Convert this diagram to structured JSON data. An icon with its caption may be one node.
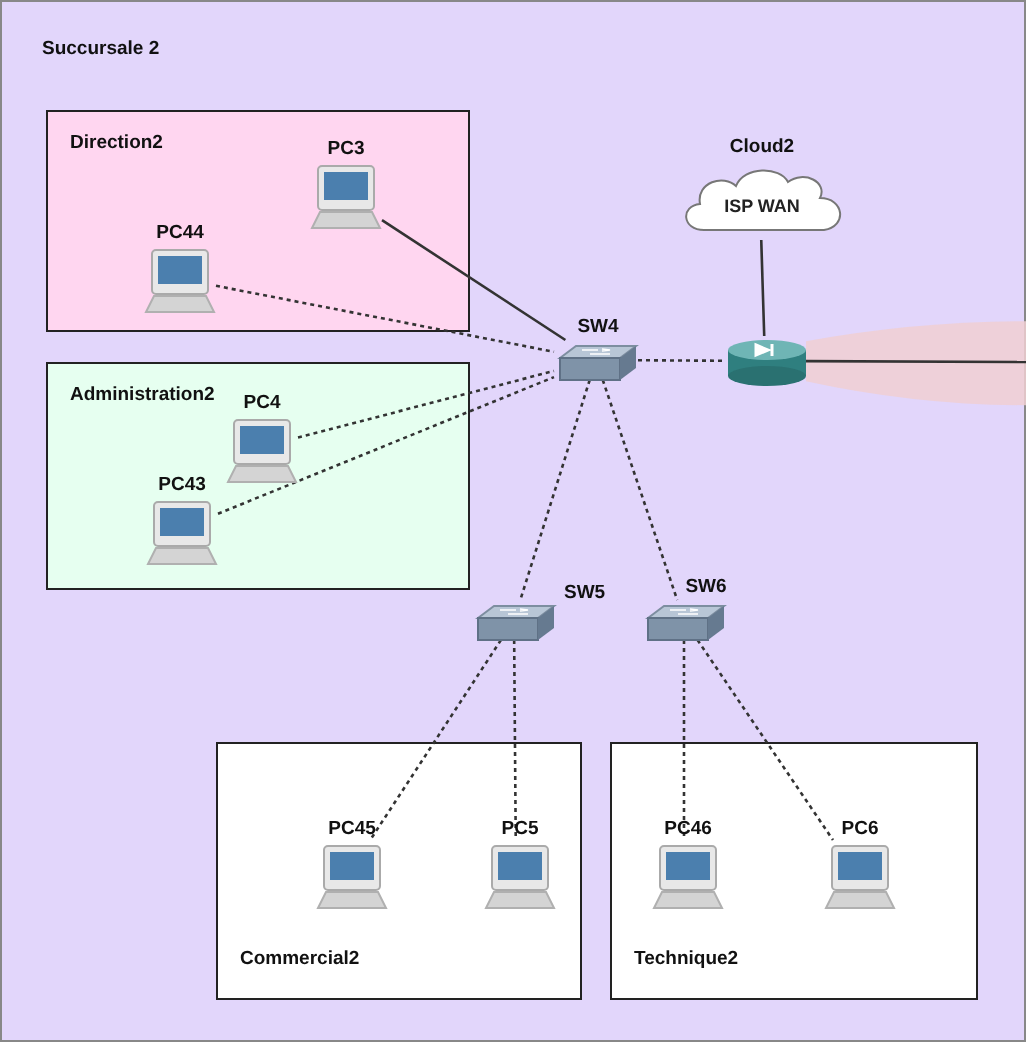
{
  "diagram": {
    "nodes": [
      {
        "text": [
          "Succursale 2"
        ]
      },
      {
        "text": [
          "Direction2"
        ],
        "in": 0
      },
      {
        "text": [
          "PC3"
        ],
        "in": 1
      },
      {
        "text": [
          "PC44"
        ],
        "in": 1
      },
      {
        "text": [
          "Administration2"
        ],
        "in": 0
      },
      {
        "text": [
          "PC4"
        ],
        "in": 4
      },
      {
        "text": [
          "PC43"
        ],
        "in": 4
      },
      {
        "text": [
          "Cloud2",
          "ISP WAN"
        ],
        "in": 0
      },
      {
        "text": [
          "SW4"
        ],
        "in": 0
      },
      {
        "text": [],
        "shape": "cylinder",
        "in": 0
      },
      {
        "text": [
          "SW5"
        ],
        "in": 0
      },
      {
        "text": [
          "SW6"
        ],
        "in": 0
      },
      {
        "text": [
          "Commercial2"
        ],
        "in": 0
      },
      {
        "text": [
          "PC45"
        ],
        "in": 12
      },
      {
        "text": [
          "PC5"
        ],
        "in": 12
      },
      {
        "text": [
          "Technique2"
        ],
        "in": 0
      },
      {
        "text": [
          "PC46"
        ],
        "in": 15
      },
      {
        "text": [
          "PC6"
        ],
        "in": 15
      }
    ],
    "edges": [
      {
        "from": 2,
        "to": 8,
        "arrow": "none"
      },
      {
        "from": 3,
        "to": 8,
        "arrow": "none",
        "style": "dashed"
      },
      {
        "from": 5,
        "to": 8,
        "arrow": "none",
        "style": "dashed"
      },
      {
        "from": 6,
        "to": 8,
        "arrow": "none",
        "style": "dashed"
      },
      {
        "from": 8,
        "to": 9,
        "arrow": "none",
        "style": "dashed"
      },
      {
        "from": 7,
        "to": 9,
        "arrow": "none"
      },
      {
        "from": 9,
        "to": null,
        "arrow": "none"
      },
      {
        "from": 8,
        "to": 10,
        "arrow": "none",
        "style": "dashed"
      },
      {
        "from": 8,
        "to": 11,
        "arrow": "none",
        "style": "dashed"
      },
      {
        "from": 10,
        "to": 13,
        "arrow": "none",
        "style": "dashed"
      },
      {
        "from": 10,
        "to": 14,
        "arrow": "none",
        "style": "dashed"
      },
      {
        "from": 11,
        "to": 16,
        "arrow": "none",
        "style": "dashed"
      },
      {
        "from": 11,
        "to": 17,
        "arrow": "none",
        "style": "dashed"
      }
    ]
  }
}
